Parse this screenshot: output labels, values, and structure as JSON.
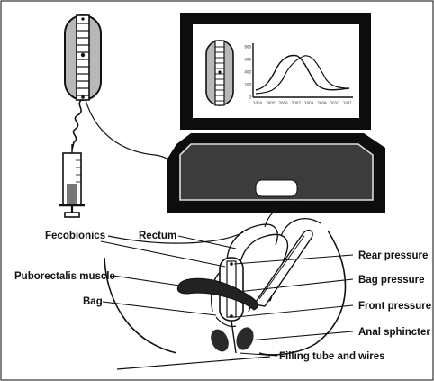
{
  "labels": {
    "fecobionics": "Fecobionics",
    "rectum": "Rectum",
    "puborectalis": "Puborectalis muscle",
    "bag": "Bag",
    "rear_pressure": "Rear pressure",
    "bag_pressure": "Bag pressure",
    "front_pressure": "Front pressure",
    "anal_sphincter": "Anal sphincter",
    "filling_tube": "Filling tube and wires"
  },
  "screen_chart": {
    "y_ticks": [
      "800",
      "600",
      "400",
      "200",
      "0"
    ],
    "x_ticks": [
      "2004",
      "2005",
      "2006",
      "2007",
      "2008",
      "2009",
      "2010",
      "2011"
    ]
  },
  "colors": {
    "device_body": "#b8b8b8",
    "screen_frame": "#0d0d0d",
    "keyboard": "#3c3c3c",
    "muscle": "#222222"
  },
  "icons": [
    "fecobionics-device",
    "syringe",
    "laptop",
    "anatomy-cross-section"
  ]
}
